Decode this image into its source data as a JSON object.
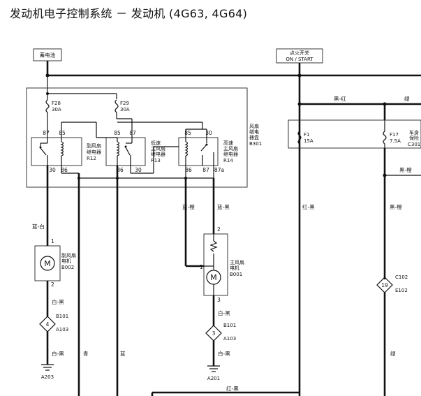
{
  "title": "发动机电子控制系统 － 发动机 (4G63, 4G64)",
  "battery": {
    "label": "蓄电池"
  },
  "ignition": {
    "label_line1": "点火开关",
    "label_line2": "ON / START"
  },
  "fuses": [
    {
      "name": "F28",
      "rating": "30A"
    },
    {
      "name": "F29",
      "rating": "30A"
    },
    {
      "name": "F1",
      "rating": "15A"
    },
    {
      "name": "F17",
      "rating": "7.5A"
    }
  ],
  "relay_box": {
    "line1": "风扇",
    "line2": "继电",
    "line3": "器盒",
    "code": "B301"
  },
  "body_fuse_box": {
    "line1": "车身",
    "line2": "保险",
    "code": "C301"
  },
  "relays": [
    {
      "line1": "副风扇",
      "line2": "继电器",
      "code": "R12",
      "pin_tl": "87",
      "pin_tr": "85",
      "pin_bl": "30",
      "pin_br": "86"
    },
    {
      "line1": "低速",
      "line2": "主风扇",
      "line3": "继电器",
      "code": "R13",
      "pin_tl": "85",
      "pin_tr": "87",
      "pin_bl": "86",
      "pin_br": "30"
    },
    {
      "line1": "高速",
      "line2": "主风扇",
      "line3": "继电器",
      "code": "R14",
      "pin_tl": "85",
      "pin_tr": "30",
      "pin_bl": "86",
      "pin_ml": "87",
      "pin_br": "87a"
    }
  ],
  "motors": [
    {
      "line1": "副风扇",
      "line2": "电机",
      "code": "B002",
      "pin_top": "1",
      "pin_bottom": "2"
    },
    {
      "line1": "主风扇",
      "line2": "电机",
      "code": "B001",
      "pin_top": "2",
      "pin_left": "1",
      "pin_bottom": "3"
    }
  ],
  "wires": {
    "blue_white": "蓝-白",
    "blue_orange": "蓝-橙",
    "blue_black": "蓝-黑",
    "black_red": "黑-红",
    "green": "绿",
    "red_black": "红-黑",
    "black_orange_1": "黑-橙",
    "black_orange_2": "黑-橙",
    "white_black_1": "白-黑",
    "white_black_2": "白-黑",
    "white_black_3": "白-黑",
    "white_black_4": "白-黑",
    "cyan": "青",
    "blue": "蓝",
    "green_2": "绿",
    "red_black_bottom": "红-黑"
  },
  "connectors": [
    {
      "num": "4",
      "top": "B101",
      "bottom": "A103"
    },
    {
      "num": "3",
      "top": "B101",
      "bottom": "A103"
    },
    {
      "num": "19",
      "top": "C102",
      "bottom": "E102"
    }
  ],
  "grounds": [
    {
      "code": "A203"
    },
    {
      "code": "A201"
    }
  ]
}
